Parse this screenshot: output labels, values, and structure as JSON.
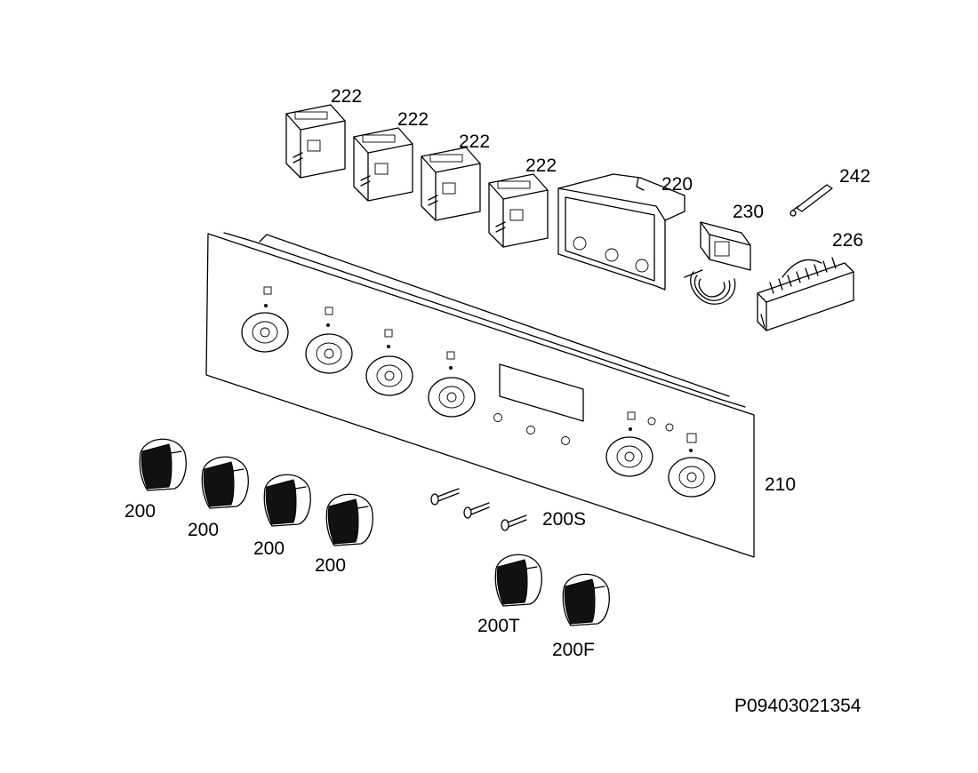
{
  "diagram": {
    "drawing_code": "P09403021354",
    "labels": {
      "switch_1": "222",
      "switch_2": "222",
      "switch_3": "222",
      "switch_4": "222",
      "timer_housing": "220",
      "thermostat": "230",
      "indicator": "242",
      "selector_switch": "226",
      "control_panel": "210",
      "knob_1": "200",
      "knob_2": "200",
      "knob_3": "200",
      "knob_4": "200",
      "screws": "200S",
      "knob_thermostat": "200T",
      "knob_function": "200F"
    }
  }
}
